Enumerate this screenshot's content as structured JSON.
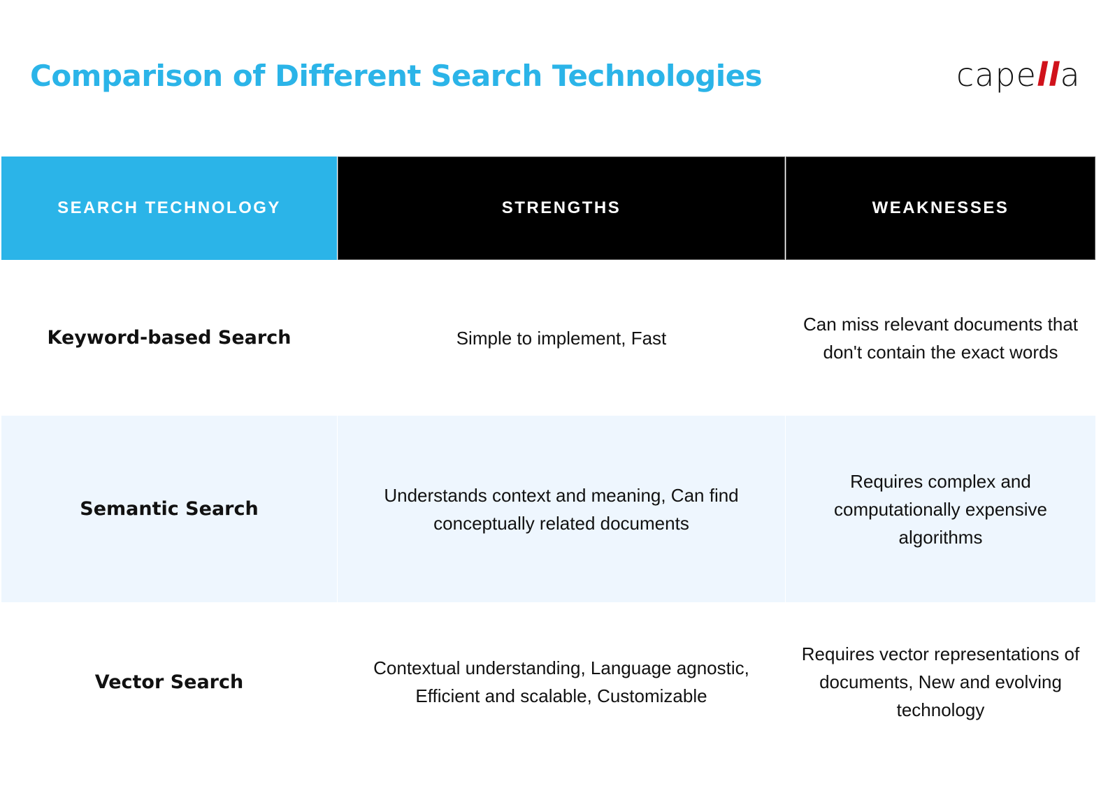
{
  "header": {
    "title": "Comparison of Different Search Technologies",
    "logo": {
      "prefix": "cape",
      "accent": "ll",
      "suffix": "a",
      "accent_color": "#d0121b"
    }
  },
  "colors": {
    "accent": "#2bb4e8",
    "header_dark": "#000000",
    "band": "#eef6fe"
  },
  "table": {
    "columns": [
      "SEARCH TECHNOLOGY",
      "STRENGTHS",
      "WEAKNESSES"
    ],
    "rows": [
      {
        "technology": "Keyword-based Search",
        "strengths": "Simple to implement, Fast",
        "weaknesses": "Can miss relevant documents that don't contain the exact words"
      },
      {
        "technology": "Semantic Search",
        "strengths": "Understands context and meaning, Can find conceptually related documents",
        "weaknesses": "Requires complex and computationally expensive algorithms"
      },
      {
        "technology": "Vector Search",
        "strengths": "Contextual understanding, Language agnostic, Efficient and scalable, Customizable",
        "weaknesses": "Requires vector representations of documents, New and evolving technology"
      }
    ]
  }
}
